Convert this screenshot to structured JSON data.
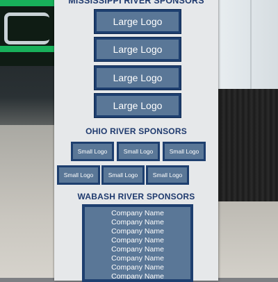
{
  "banner": {
    "mississippi": {
      "title": "MISSISSIPPI RIVER SPONSORS",
      "logos": [
        "Large Logo",
        "Large Logo",
        "Large Logo",
        "Large Logo"
      ]
    },
    "ohio": {
      "title": "OHIO RIVER SPONSORS",
      "logos": [
        "Small Logo",
        "Small Logo",
        "Small Logo",
        "Small Logo",
        "Small Logo",
        "Small Logo"
      ]
    },
    "wabash": {
      "title": "WABASH RIVER SPONSORS",
      "companies": [
        "Company Name",
        "Company Name",
        "Company Name",
        "Company Name",
        "Company Name",
        "Company Name",
        "Company Name",
        "Company Name"
      ]
    }
  },
  "colors": {
    "banner_bg": "#e6e8ea",
    "title_blue": "#1f3a6e",
    "box_fill": "#5a7797",
    "box_border": "#1e3f6f"
  }
}
